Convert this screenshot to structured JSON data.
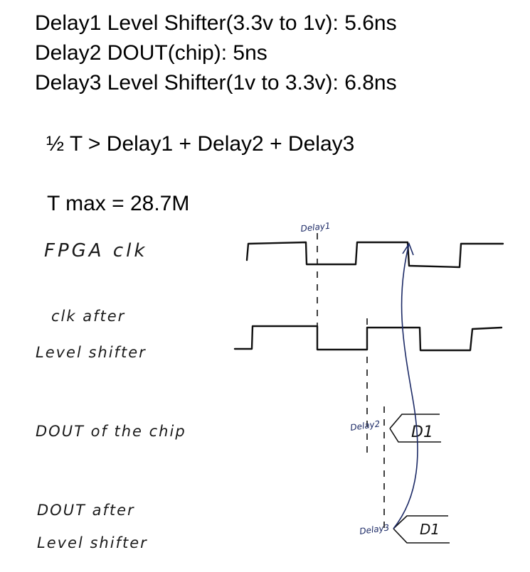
{
  "header": {
    "delay1": "Delay1 Level Shifter(3.3v to 1v): 5.6ns",
    "delay2": "Delay2 DOUT(chip): 5ns",
    "delay3": "Delay3 Level Shifter(1v to 3.3v): 6.8ns"
  },
  "equation": "½ T > Delay1 + Delay2 + Delay3",
  "tmax": "T max = 28.7M",
  "signals": {
    "fpga_clk": "FPGA  clk",
    "clk_after_line1": "clk   after",
    "clk_after_line2": "Level  shifter",
    "dout_chip": "DOUT  of  the  chip",
    "dout_after_line1": "DOUT   after",
    "dout_after_line2": "Level   shifter"
  },
  "annotations": {
    "delay1": "Delay1",
    "delay2": "Delay2",
    "delay3": "Delay3",
    "d1_chip": "D1",
    "d1_after": "D1"
  }
}
